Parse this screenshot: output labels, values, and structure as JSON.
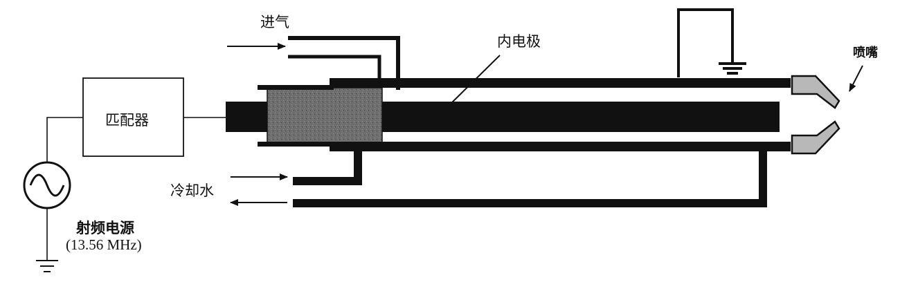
{
  "labels": {
    "gas_inlet": "进气",
    "inner_electrode": "内电极",
    "nozzle": "喷嘴",
    "matcher": "匹配器",
    "cooling_water": "冷却水",
    "rf_source": "射频电源",
    "rf_frequency": "(13.56 MHz)"
  },
  "colors": {
    "ink": "#111111",
    "dielectric": "#6e6e6e",
    "nozzle_fill": "#b8b8b8",
    "background": "#ffffff"
  },
  "symbols": {
    "ac_source": "sine-wave-source-icon",
    "ground": "ground-icon"
  }
}
